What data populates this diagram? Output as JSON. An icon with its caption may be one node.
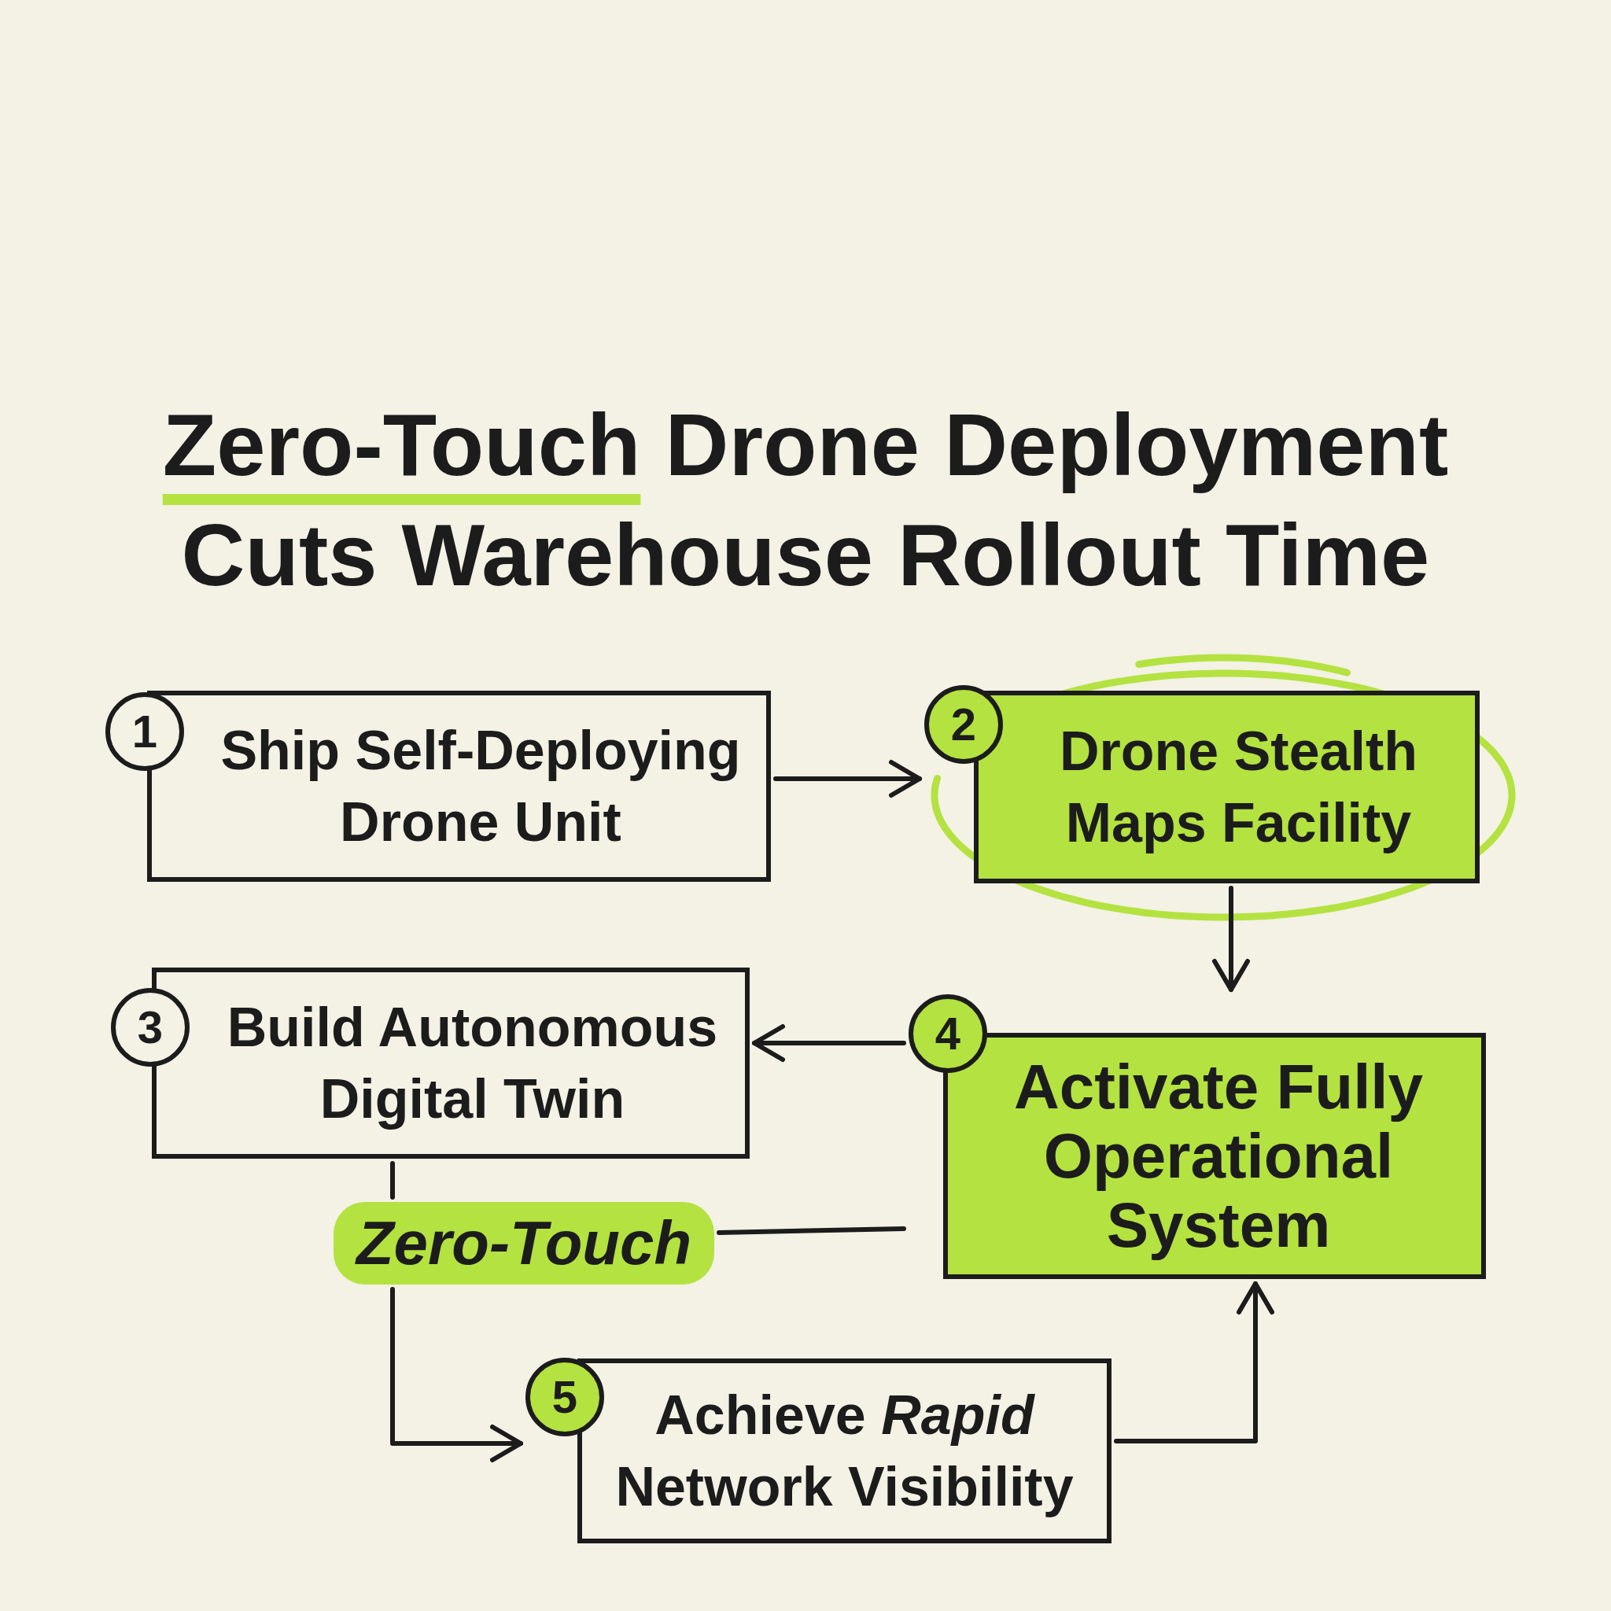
{
  "diagram": {
    "title": "Zero-Touch Drone Deployment Cuts Warehouse Rollout Time",
    "nodes": [
      {
        "text": [
          "1",
          "Ship Self-Deploying Drone Unit"
        ]
      },
      {
        "text": [
          "2",
          "Drone Stealth Maps Facility"
        ]
      },
      {
        "text": [
          "3",
          "Build Autonomous Digital Twin"
        ]
      },
      {
        "text": [
          "4",
          "Activate Fully Operational System"
        ]
      },
      {
        "text": [
          "Zero-Touch"
        ]
      },
      {
        "text": [
          "5",
          "Achieve *Rapid* Network Visibility"
        ]
      }
    ],
    "edges": [
      {
        "from": 0,
        "to": 1,
        "arrow": "to"
      },
      {
        "from": 1,
        "to": 3,
        "arrow": "to"
      },
      {
        "from": 3,
        "to": 2,
        "arrow": "to"
      },
      {
        "from": 2,
        "to": 4,
        "arrow": "none"
      },
      {
        "from": 4,
        "to": 3,
        "arrow": "none"
      },
      {
        "from": 4,
        "to": 5,
        "arrow": "to"
      },
      {
        "from": 5,
        "to": 3,
        "arrow": "to"
      }
    ]
  }
}
